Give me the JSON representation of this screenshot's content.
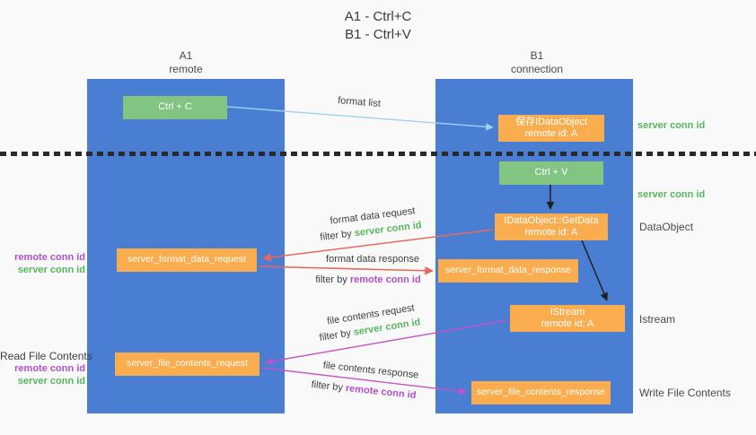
{
  "title": {
    "line1": "A1 - Ctrl+C",
    "line2": "B1 - Ctrl+V"
  },
  "lanes": {
    "left": {
      "name": "A1",
      "subtitle": "remote"
    },
    "right": {
      "name": "B1",
      "subtitle": "connection"
    }
  },
  "nodes": {
    "ctrl_c": "Ctrl + C",
    "ctrl_v": "Ctrl + V",
    "save_dataobject": {
      "line1": "保存IDataObject",
      "line2": "remote id: A"
    },
    "getdata": {
      "line1": "IDataObject::GetData",
      "line2": "remote id: A"
    },
    "istream": {
      "line1": "IStream",
      "line2": "remote id: A"
    },
    "format_request": "server_format_data_request",
    "format_response": "server_format_data_response",
    "file_request": "server_file_contents_request",
    "file_response": "server_file_contents_response"
  },
  "edge_labels": {
    "format_list": "format list",
    "format_data_request": "format data request",
    "format_data_response": "format data response",
    "file_contents_request": "file contents request",
    "file_contents_response": "file contents response",
    "filter_by": "filter by",
    "server_conn_id": "server conn id",
    "remote_conn_id": "remote conn id"
  },
  "side_labels": {
    "server_conn_id_top": "server conn id",
    "server_conn_id_mid": "server conn id",
    "dataobject": "DataObject",
    "istream": "Istream",
    "write_file_contents": "Write File Contents",
    "read_file_contents": "Read File Contents",
    "remote_conn_id_1": "remote conn id",
    "server_conn_id_1": "server conn id",
    "remote_conn_id_2": "remote conn id",
    "server_conn_id_2": "server conn id"
  },
  "colors": {
    "lane_blue": "#4a7ed3",
    "node_orange": "#f9ad4e",
    "node_green": "#82c583",
    "server_conn_green": "#56b65c",
    "remote_conn_purple": "#b050c8",
    "arrow_red": "#e8695c",
    "arrow_magenta": "#c850c8",
    "arrow_lightblue": "#a0d2f0",
    "arrow_black": "#1f1f1f",
    "dotted_line": "#2a2a2a",
    "background": "#f9f9fa"
  }
}
